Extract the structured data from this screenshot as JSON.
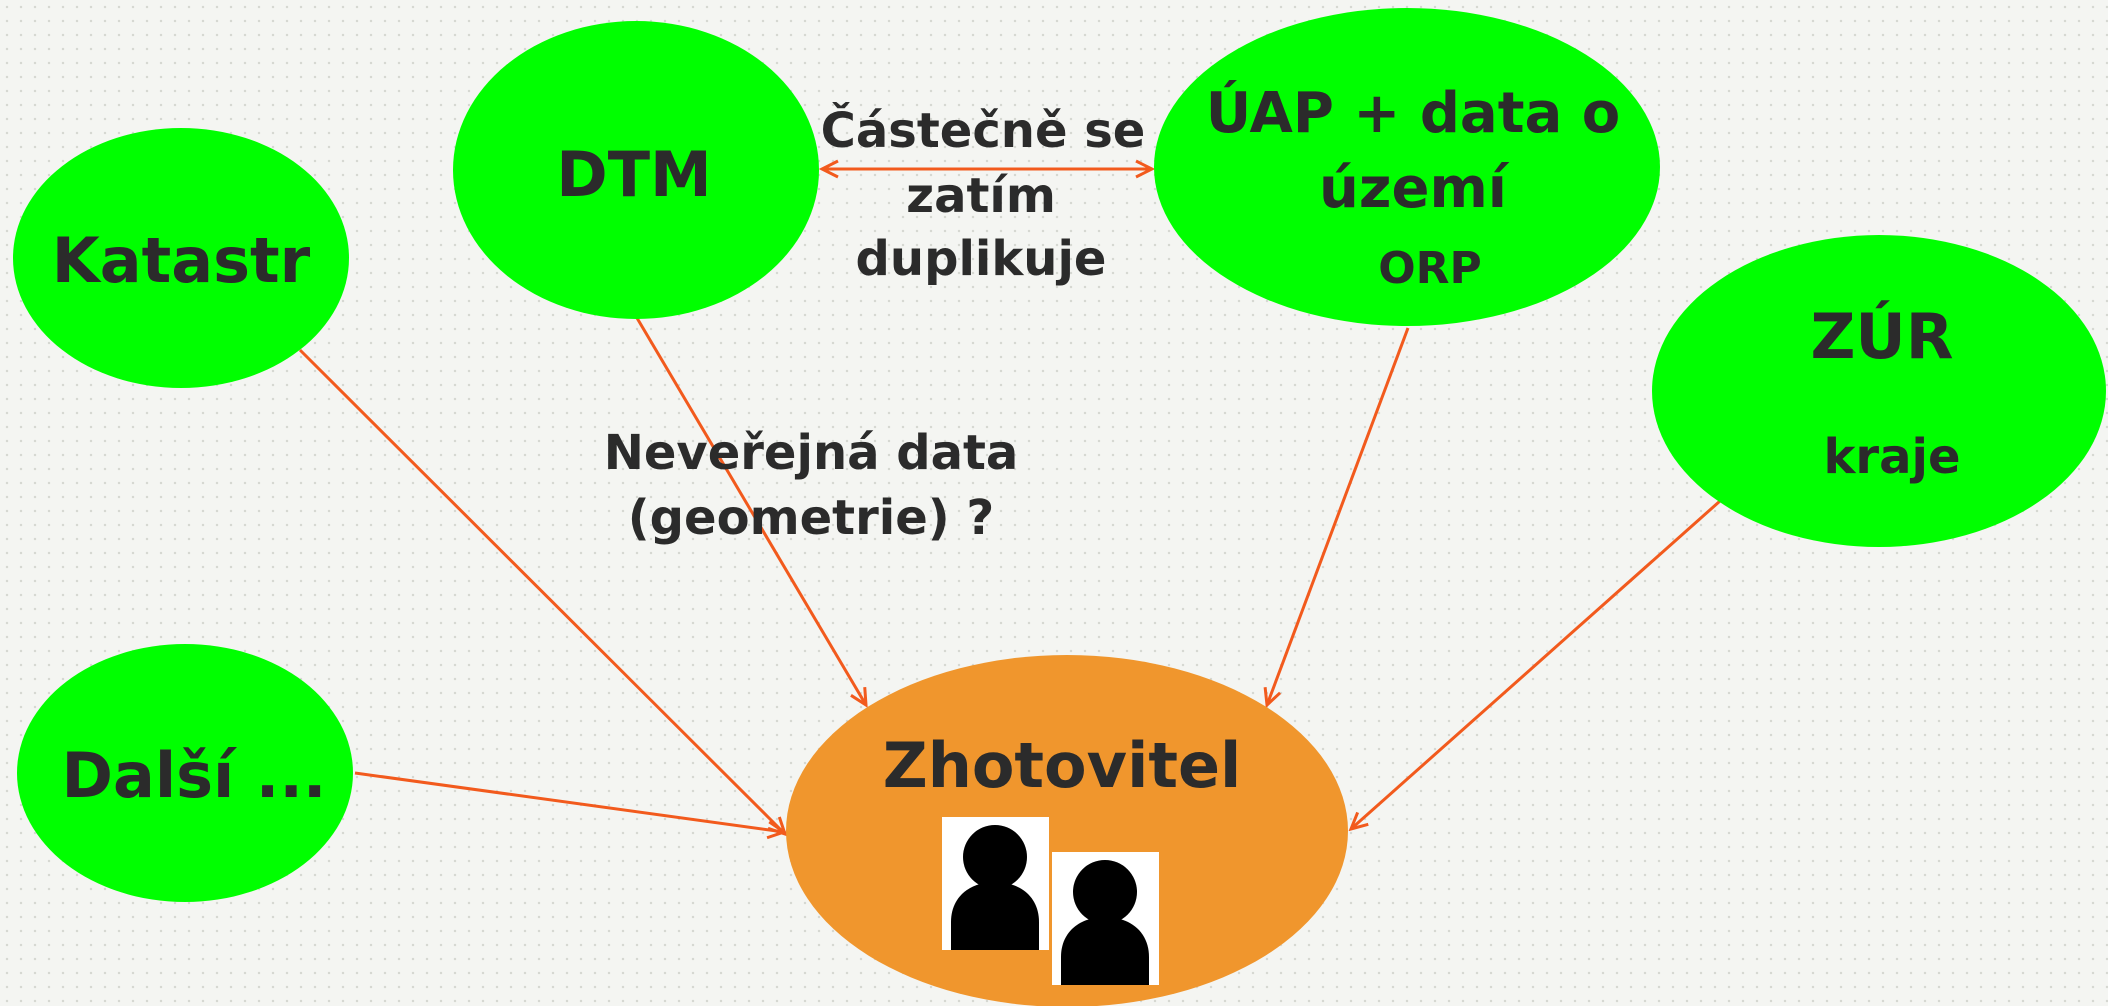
{
  "colors": {
    "source_node": "#00ff00",
    "target_node": "#f0962d",
    "arrow": "#f25a1d",
    "text": "#2b2b2b"
  },
  "nodes": {
    "katastr": {
      "label": "Katastr"
    },
    "dtm": {
      "label": "DTM"
    },
    "uap": {
      "label_line1": "ÚAP + data o",
      "label_line2": "území",
      "sublabel": "ORP"
    },
    "zur": {
      "label": "ZÚR",
      "sublabel": "kraje"
    },
    "dalsi": {
      "label": "Další ..."
    },
    "zhotovitel": {
      "label": "Zhotovitel",
      "icons": [
        "person-icon",
        "person-icon"
      ]
    }
  },
  "annotations": {
    "duplication": {
      "line1": "Částečně se",
      "line2": "zatím",
      "line3": "duplikuje"
    },
    "nonpublic": {
      "line1": "Neveřejná data",
      "line2": "(geometrie) ?"
    }
  },
  "edges": [
    {
      "from": "katastr",
      "to": "zhotovitel"
    },
    {
      "from": "dtm",
      "to": "zhotovitel"
    },
    {
      "from": "uap",
      "to": "zhotovitel"
    },
    {
      "from": "zur",
      "to": "zhotovitel"
    },
    {
      "from": "dalsi",
      "to": "zhotovitel"
    },
    {
      "from": "dtm",
      "to": "uap",
      "bidirectional": true
    }
  ]
}
